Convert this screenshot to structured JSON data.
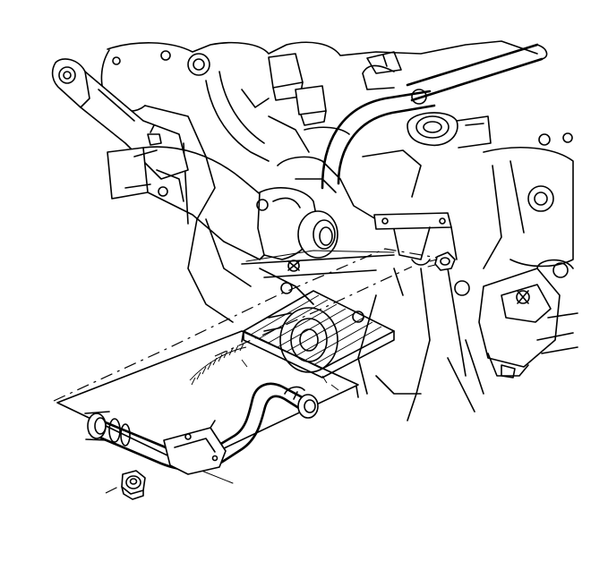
{
  "figure": {
    "background": "#ffffff",
    "line_color": "#000000",
    "parts": [
      {
        "name": "engine-block",
        "description_visible": false
      },
      {
        "name": "water-pump-housing",
        "description_visible": false
      },
      {
        "name": "heater-outlet-pipe",
        "description_visible": false
      },
      {
        "name": "mounting-nut",
        "description_visible": false
      },
      {
        "name": "mounting-stud",
        "description_visible": false
      }
    ]
  }
}
